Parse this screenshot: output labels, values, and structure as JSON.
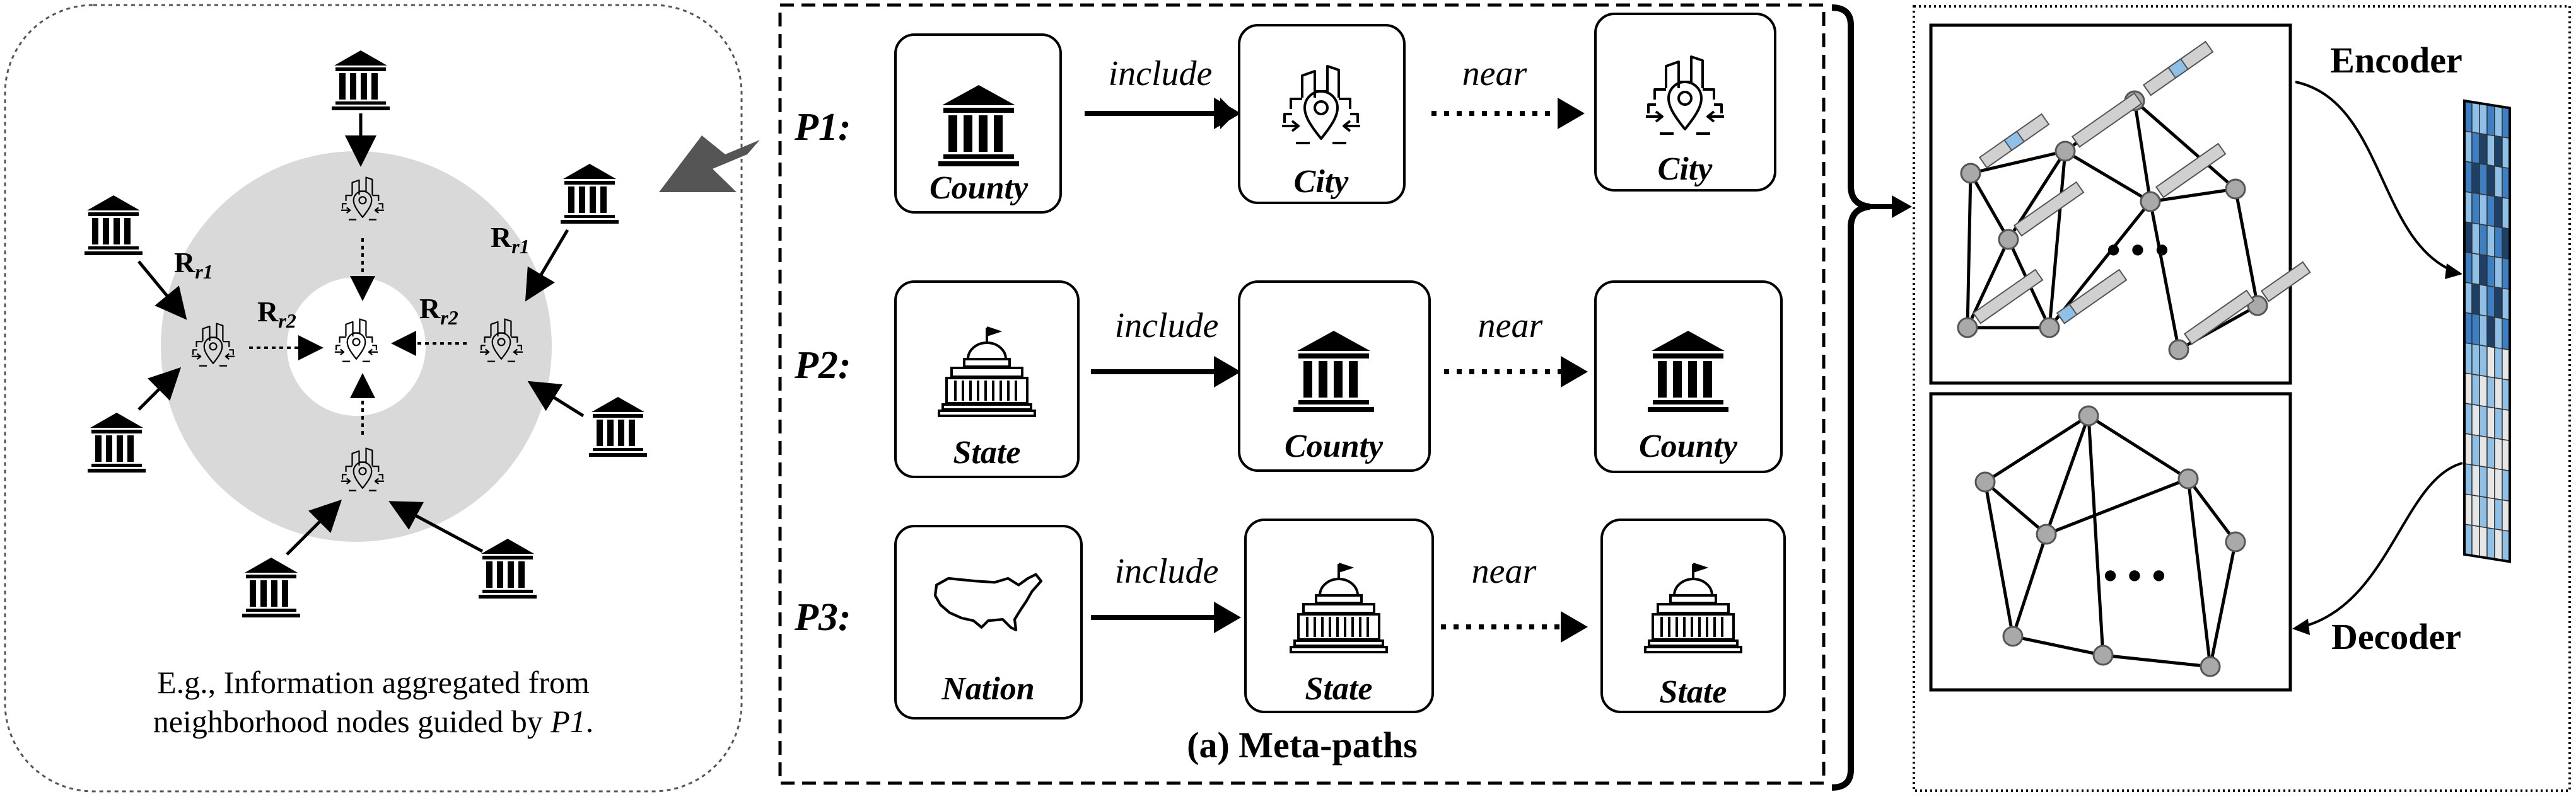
{
  "left_panel": {
    "caption_line1": "E.g., Information aggregated from",
    "caption_line2_prefix": "neighborhood nodes guided by ",
    "caption_line2_italic": "P1",
    "caption_line2_suffix": ".",
    "relation_labels": {
      "r1_main": "R",
      "r1_sub": "r1",
      "r2_main": "R",
      "r2_sub": "r2"
    }
  },
  "meta_paths": {
    "title": "(a) Meta-paths",
    "rows": [
      {
        "id": "P1:",
        "source": "County",
        "edge1": "include",
        "mid": "City",
        "edge2": "near",
        "target": "City"
      },
      {
        "id": "P2:",
        "source": "State",
        "edge1": "include",
        "mid": "County",
        "edge2": "near",
        "target": "County"
      },
      {
        "id": "P3:",
        "source": "Nation",
        "edge1": "include",
        "mid": "State",
        "edge2": "near",
        "target": "State"
      }
    ]
  },
  "gae": {
    "title": "(b) Heterogeneous GAE",
    "encoder_label": "Encoder",
    "decoder_label": "Decoder",
    "ellipsis_top": "• • •",
    "ellipsis_bottom": "• • •"
  },
  "colors": {
    "light_blue": "#8fc1e8",
    "mid_blue": "#3d7fc4",
    "dark_blue": "#1e3f66",
    "node_gray": "#a9a9a9",
    "ring_gray": "#d9d9d9"
  }
}
